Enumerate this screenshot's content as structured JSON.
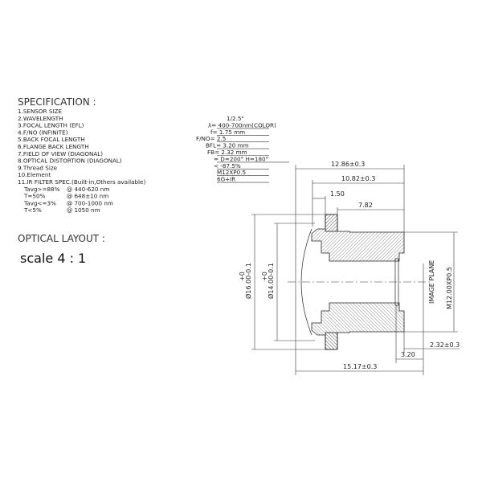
{
  "spec": {
    "title": "SPECIFICATION :",
    "items": [
      "1.SENSOR SIZE",
      "2.WAVELENGTH",
      "3.FOCAL LENGTH (EFL)",
      "4.F/NO (INFINITE)",
      "5.BACK FOCAL LENGTH",
      "6.FLANGE BACK LENGTH",
      "7.FIELD OF VIEW (DIAGONAL)",
      "8.OPTICAL DISTORTION (DIAGONAL)",
      "9.Thread Size",
      "10.Element",
      "11.IR FILTER SPEC.(Built-in,Others available)"
    ],
    "ir": [
      [
        "Tavg>=88%",
        "@ 440-620 nm"
      ],
      [
        "T=50%",
        "@ 648±10 nm"
      ],
      [
        "Tavg<=3%",
        "@ 700-1000 nm"
      ],
      [
        "T<5%",
        "@ 1050 nm"
      ]
    ],
    "values": [
      "1/2.5\"",
      "λ=  400-700nm(COLOR)",
      "f=  1.75      mm",
      "F/NO=  2.5",
      "BFL=  3.20     mm",
      "FB=  2.32     mm",
      "=  D=200°    H=180°",
      "<  -87.5%",
      "M12XP0.5",
      "6G+IR"
    ]
  },
  "layout": {
    "title": "OPTICAL LAYOUT :",
    "scale": "scale  4 : 1"
  },
  "dims": {
    "d1": "12.86±0.3",
    "d2": "10.82±0.3",
    "d3": "1.50",
    "d4": "7.82",
    "d5": "Ø16.00-0.1",
    "d5tol": "+0",
    "d6": "Ø14.00-0.1",
    "d6tol": "+0",
    "d7": "M12.00XP0.5",
    "d8": "IMAGE PLANE",
    "d9": "2.32±0.3",
    "d10": "3.20",
    "d11": "15.17±0.3"
  }
}
